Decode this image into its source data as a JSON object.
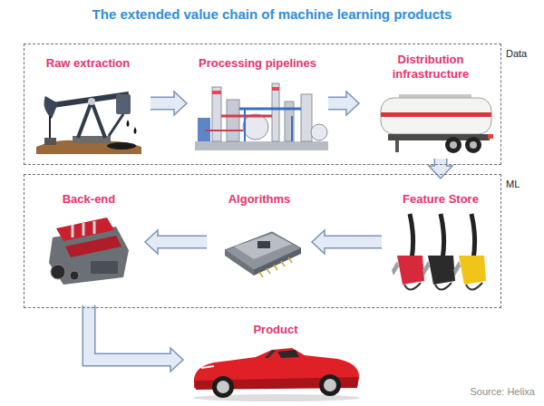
{
  "diagram": {
    "title": "The extended value chain of machine learning products",
    "nodes": [
      {
        "text": [
          "Data"
        ]
      },
      {
        "text": [
          "Raw extraction"
        ],
        "in": 0
      },
      {
        "text": [
          "Processing pipelines"
        ],
        "in": 0
      },
      {
        "text": [
          "Distribution infrastructure"
        ],
        "in": 0
      },
      {
        "text": [
          "ML"
        ]
      },
      {
        "text": [
          "Feature Store"
        ],
        "in": 4
      },
      {
        "text": [
          "Algorithms"
        ],
        "in": 4
      },
      {
        "text": [
          "Back-end"
        ],
        "in": 4
      },
      {
        "text": [
          "Product"
        ]
      }
    ],
    "edges": [
      {
        "from": 1,
        "to": 2,
        "arrow": "to"
      },
      {
        "from": 2,
        "to": 3,
        "arrow": "to"
      },
      {
        "from": 3,
        "to": 5,
        "arrow": "to"
      },
      {
        "from": 5,
        "to": 6,
        "arrow": "to"
      },
      {
        "from": 6,
        "to": 7,
        "arrow": "to"
      },
      {
        "from": 7,
        "to": 8,
        "arrow": "to"
      }
    ],
    "labels": [
      "Source: Helixa"
    ]
  }
}
